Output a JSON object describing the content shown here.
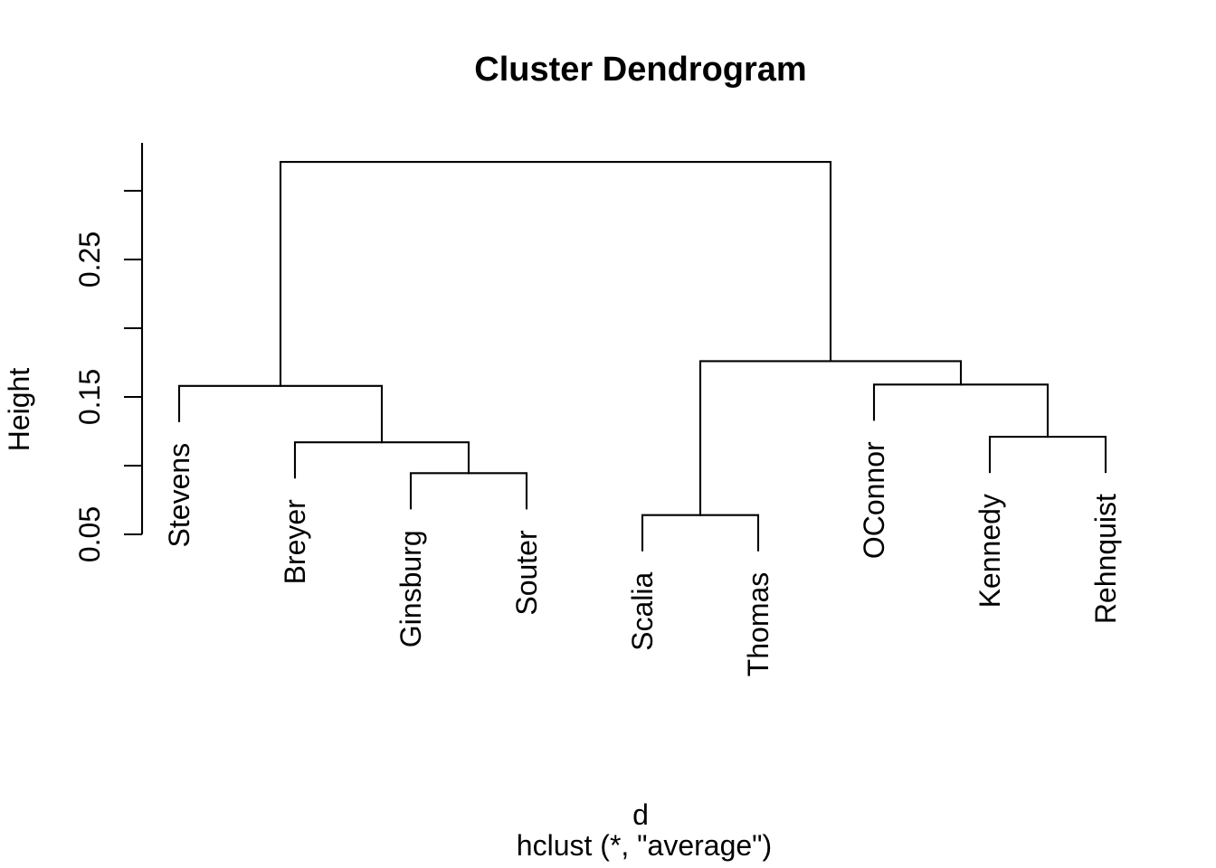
{
  "title": "Cluster Dendrogram",
  "y_axis": {
    "label": "Height",
    "ticks": [
      {
        "value": 0.05,
        "label": "0.05"
      },
      {
        "value": 0.1,
        "label": ""
      },
      {
        "value": 0.15,
        "label": ""
      },
      {
        "value": 0.15,
        "label": "0.15"
      },
      {
        "value": 0.2,
        "label": ""
      },
      {
        "value": 0.25,
        "label": "0.25"
      },
      {
        "value": 0.3,
        "label": ""
      }
    ]
  },
  "caption": {
    "xlab": "d",
    "sub": "hclust (*, \"average\")"
  },
  "chart_data": {
    "type": "dendrogram",
    "title": "Cluster Dendrogram",
    "ylabel": "Height",
    "xlabel": "d",
    "subtitle": "hclust (*, \"average\")",
    "linkage": "average",
    "axis_tick_values": [
      0.05,
      0.1,
      0.15,
      0.2,
      0.25,
      0.3
    ],
    "axis_labeled_ticks": [
      0.05,
      0.15,
      0.25
    ],
    "ylim": [
      0.05,
      0.3
    ],
    "hang": 0.1,
    "leaf_order": [
      "Stevens",
      "Breyer",
      "Ginsburg",
      "Souter",
      "Scalia",
      "Thomas",
      "OConnor",
      "Kennedy",
      "Rehnquist"
    ],
    "tree": {
      "height": 0.321,
      "children": [
        {
          "height": 0.158,
          "children": [
            {
              "leaf": "Stevens"
            },
            {
              "height": 0.117,
              "children": [
                {
                  "leaf": "Breyer"
                },
                {
                  "height": 0.0945,
                  "children": [
                    {
                      "leaf": "Ginsburg"
                    },
                    {
                      "leaf": "Souter"
                    }
                  ]
                }
              ]
            }
          ]
        },
        {
          "height": 0.176,
          "children": [
            {
              "height": 0.064,
              "children": [
                {
                  "leaf": "Scalia"
                },
                {
                  "leaf": "Thomas"
                }
              ]
            },
            {
              "height": 0.159,
              "children": [
                {
                  "leaf": "OConnor"
                },
                {
                  "height": 0.121,
                  "children": [
                    {
                      "leaf": "Kennedy"
                    },
                    {
                      "leaf": "Rehnquist"
                    }
                  ]
                }
              ]
            }
          ]
        }
      ]
    },
    "merge_heights": [
      {
        "cluster": "Scalia+Thomas",
        "height": 0.064
      },
      {
        "cluster": "Ginsburg+Souter",
        "height": 0.0945
      },
      {
        "cluster": "Breyer+(Ginsburg,Souter)",
        "height": 0.117
      },
      {
        "cluster": "Kennedy+Rehnquist",
        "height": 0.121
      },
      {
        "cluster": "Stevens+(Breyer,Ginsburg,Souter)",
        "height": 0.158
      },
      {
        "cluster": "OConnor+(Kennedy,Rehnquist)",
        "height": 0.159
      },
      {
        "cluster": "(Scalia,Thomas)+(OConnor,Kennedy,Rehnquist)",
        "height": 0.176
      },
      {
        "cluster": "root",
        "height": 0.321
      }
    ],
    "line_color": "#000000",
    "background_color": "#ffffff"
  }
}
